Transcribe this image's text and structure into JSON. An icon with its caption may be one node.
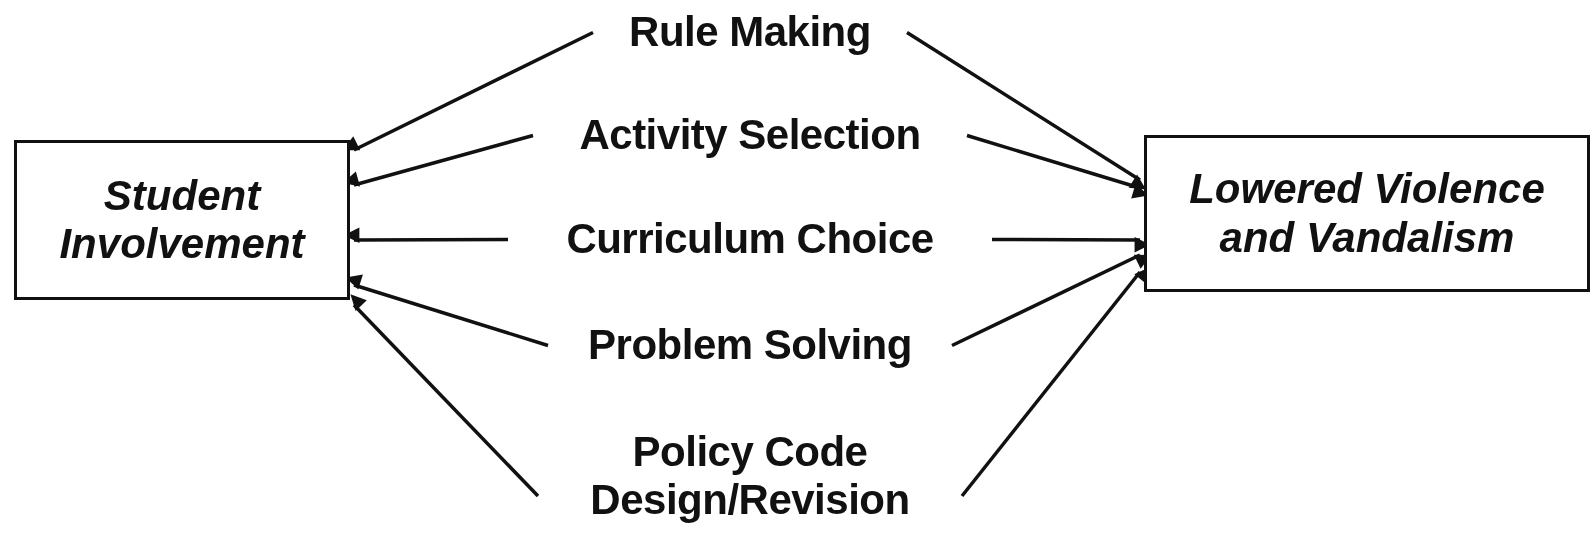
{
  "diagram": {
    "nodes": [
      {
        "text": [
          "Student Involvement"
        ]
      },
      {
        "text": [
          "Lowered Violence and Vandalism"
        ]
      },
      {
        "text": [
          "Rule Making"
        ]
      },
      {
        "text": [
          "Activity Selection"
        ]
      },
      {
        "text": [
          "Curriculum Choice"
        ]
      },
      {
        "text": [
          "Problem Solving"
        ]
      },
      {
        "text": [
          "Policy Code Design/Revision"
        ]
      }
    ],
    "edges": [
      {
        "from": 2,
        "to": 0,
        "arrow": "to"
      },
      {
        "from": 2,
        "to": 1,
        "arrow": "to"
      },
      {
        "from": 3,
        "to": 0,
        "arrow": "to"
      },
      {
        "from": 3,
        "to": 1,
        "arrow": "to"
      },
      {
        "from": 4,
        "to": 0,
        "arrow": "to"
      },
      {
        "from": 4,
        "to": 1,
        "arrow": "to"
      },
      {
        "from": 5,
        "to": 0,
        "arrow": "to"
      },
      {
        "from": 5,
        "to": 1,
        "arrow": "to"
      },
      {
        "from": 6,
        "to": 0,
        "arrow": "to"
      },
      {
        "from": 6,
        "to": 1,
        "arrow": "to"
      }
    ]
  }
}
